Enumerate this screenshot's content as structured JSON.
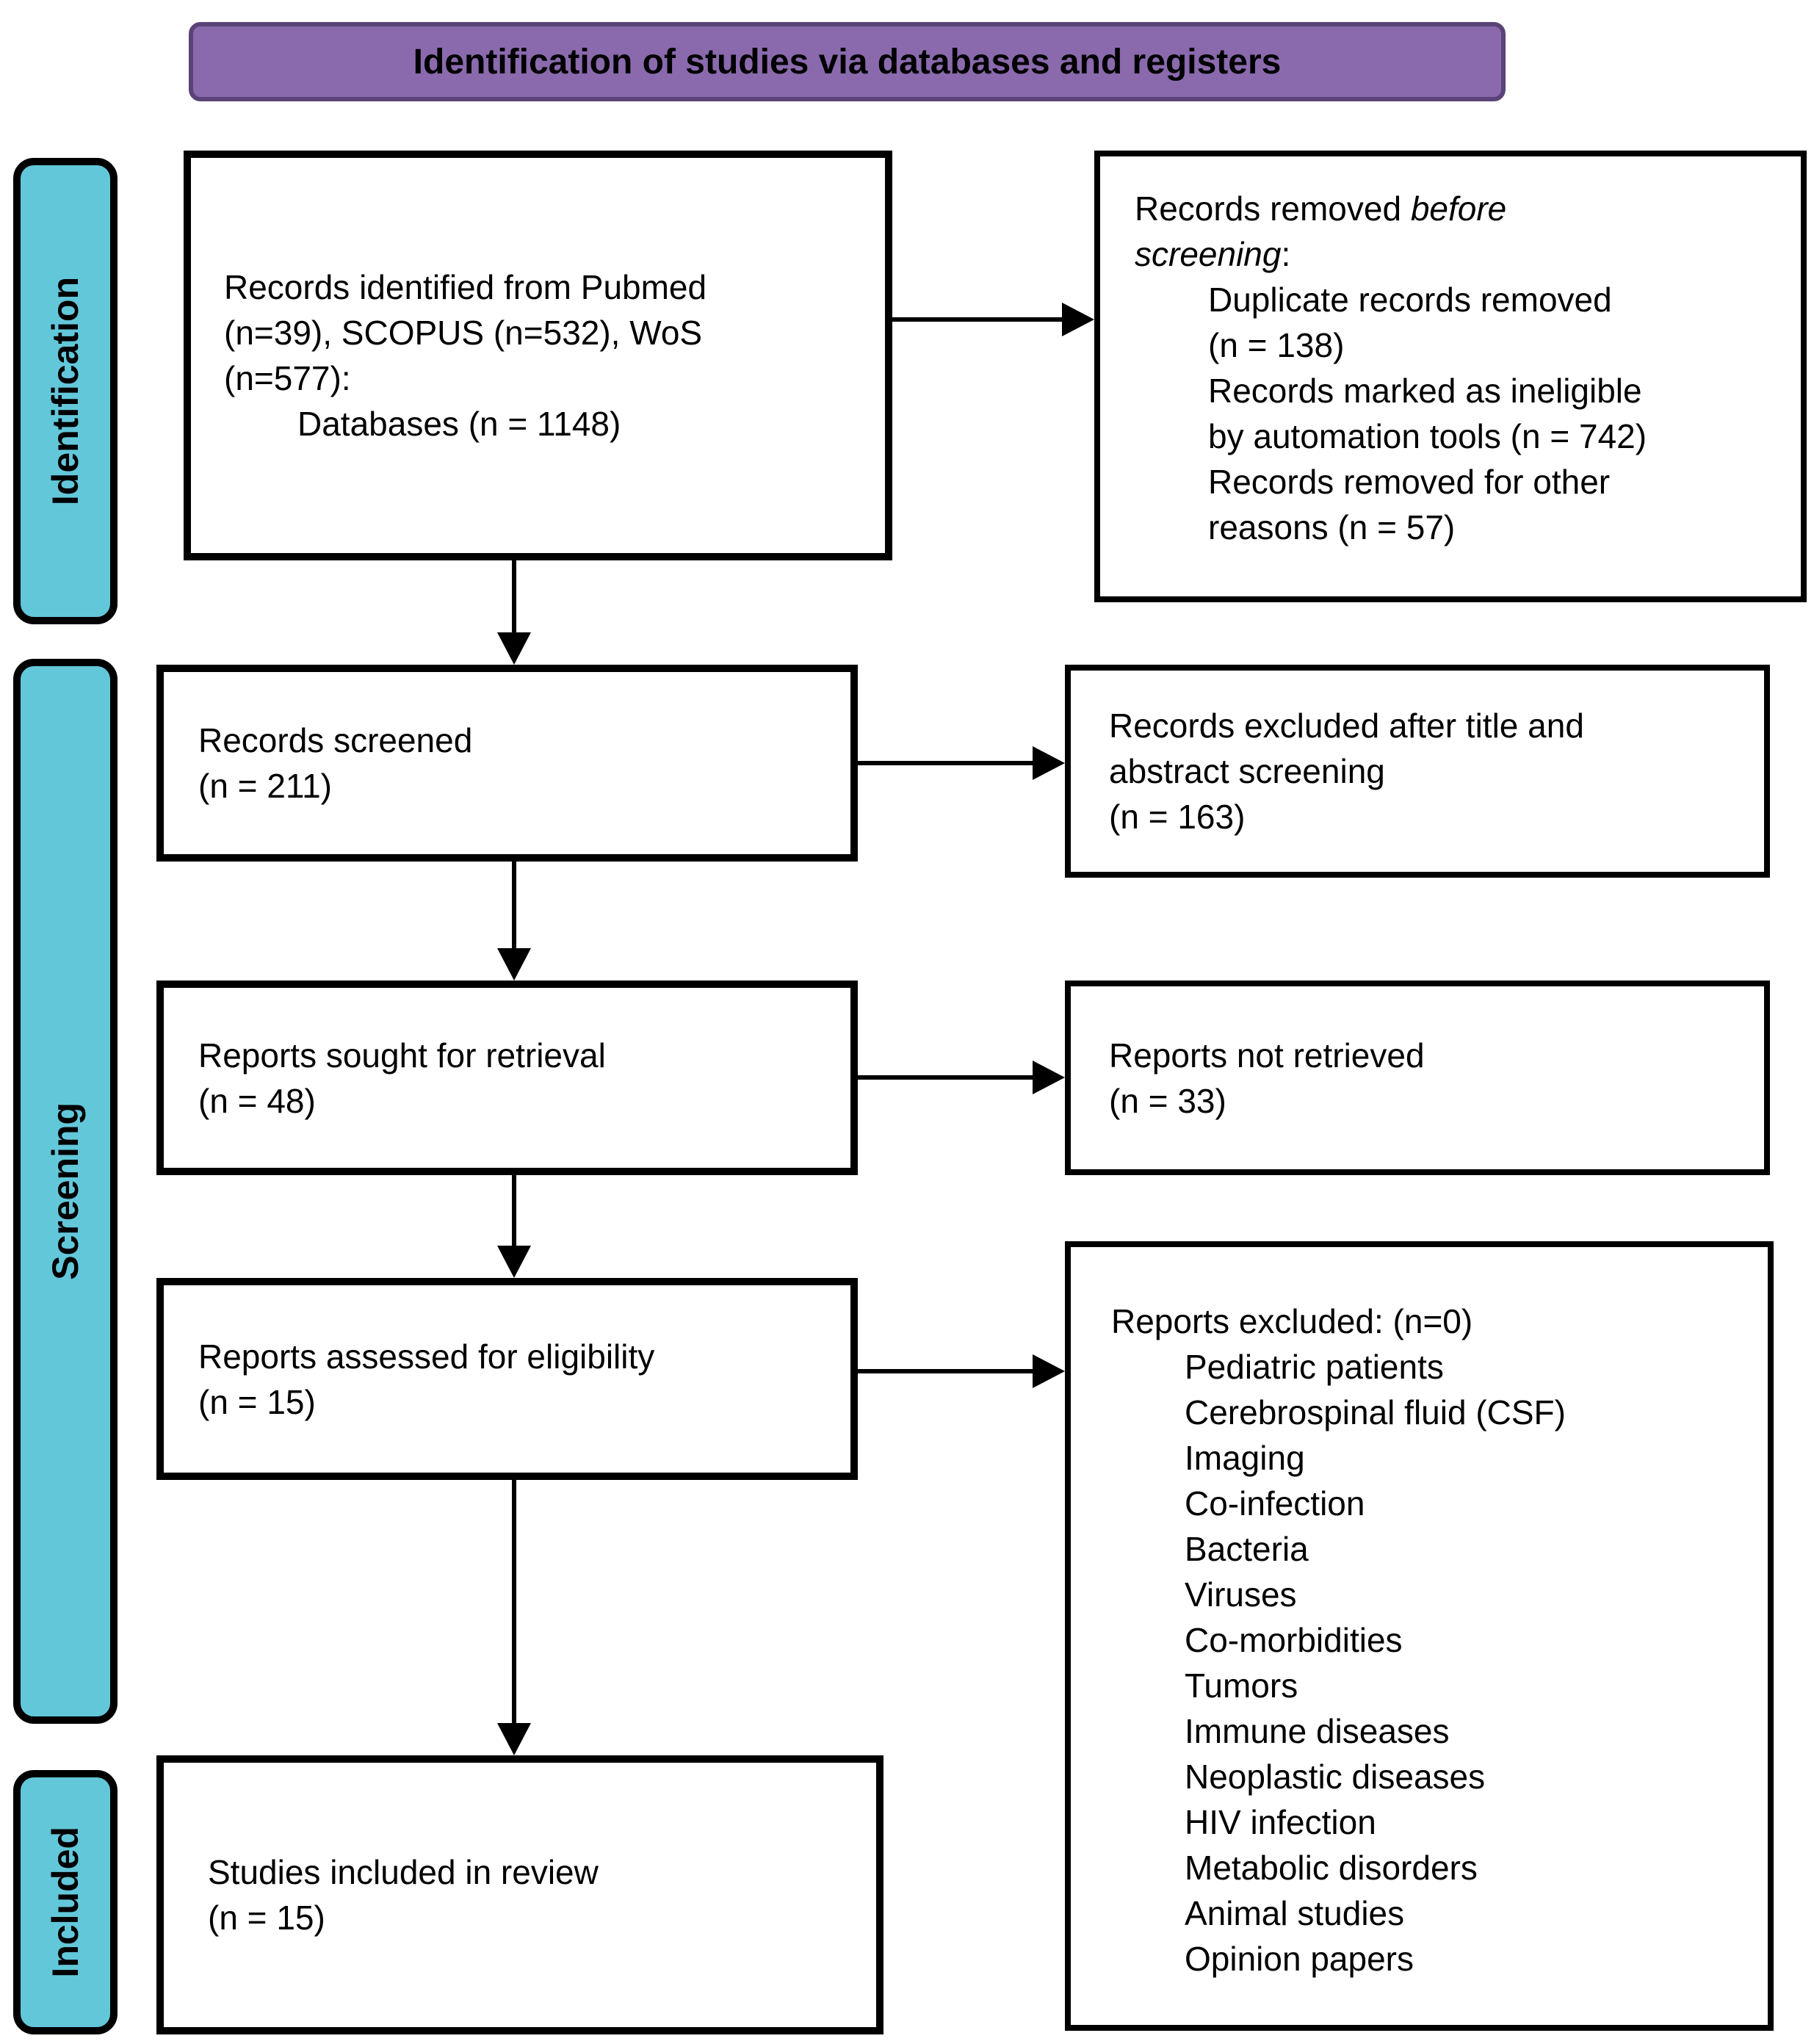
{
  "banner": {
    "title": "Identification of studies via databases and registers"
  },
  "colors": {
    "banner_fill": "#8a6aad",
    "banner_border": "#5a4377",
    "stage_fill": "#63c7da",
    "box_border": "#000000",
    "arrow": "#000000"
  },
  "stages": {
    "identification": "Identification",
    "screening": "Screening",
    "included": "Included"
  },
  "boxes": {
    "identified": {
      "main": "Records identified from Pubmed\n(n=39), SCOPUS (n=532), WoS\n(n=577):",
      "sub": "Databases (n = 1148)"
    },
    "removed": {
      "lead": "Records removed ",
      "lead_italic": "before\nscreening",
      "lead_tail": ":",
      "items": [
        "Duplicate records removed\n(n = 138)",
        "Records marked as ineligible\nby automation tools (n = 742)",
        "Records removed for other\nreasons (n = 57)"
      ]
    },
    "screened": {
      "text": "Records screened\n(n = 211)"
    },
    "excluded_title_abstract": {
      "text": "Records excluded after title and\nabstract screening\n(n = 163)"
    },
    "sought": {
      "text": "Reports sought for retrieval\n(n = 48)"
    },
    "not_retrieved": {
      "text": "Reports not retrieved\n(n = 33)"
    },
    "assessed": {
      "text": "Reports assessed for eligibility\n(n = 15)"
    },
    "excluded_reports": {
      "title": "Reports excluded: (n=0)",
      "items": [
        "Pediatric patients",
        "Cerebrospinal fluid (CSF)",
        "Imaging",
        "Co-infection",
        "Bacteria",
        "Viruses",
        "Co-morbidities",
        "Tumors",
        "Immune diseases",
        "Neoplastic diseases",
        "HIV infection",
        "Metabolic disorders",
        "Animal studies",
        "Opinion papers"
      ]
    },
    "included_review": {
      "text": "Studies included in review\n(n = 15)"
    }
  }
}
